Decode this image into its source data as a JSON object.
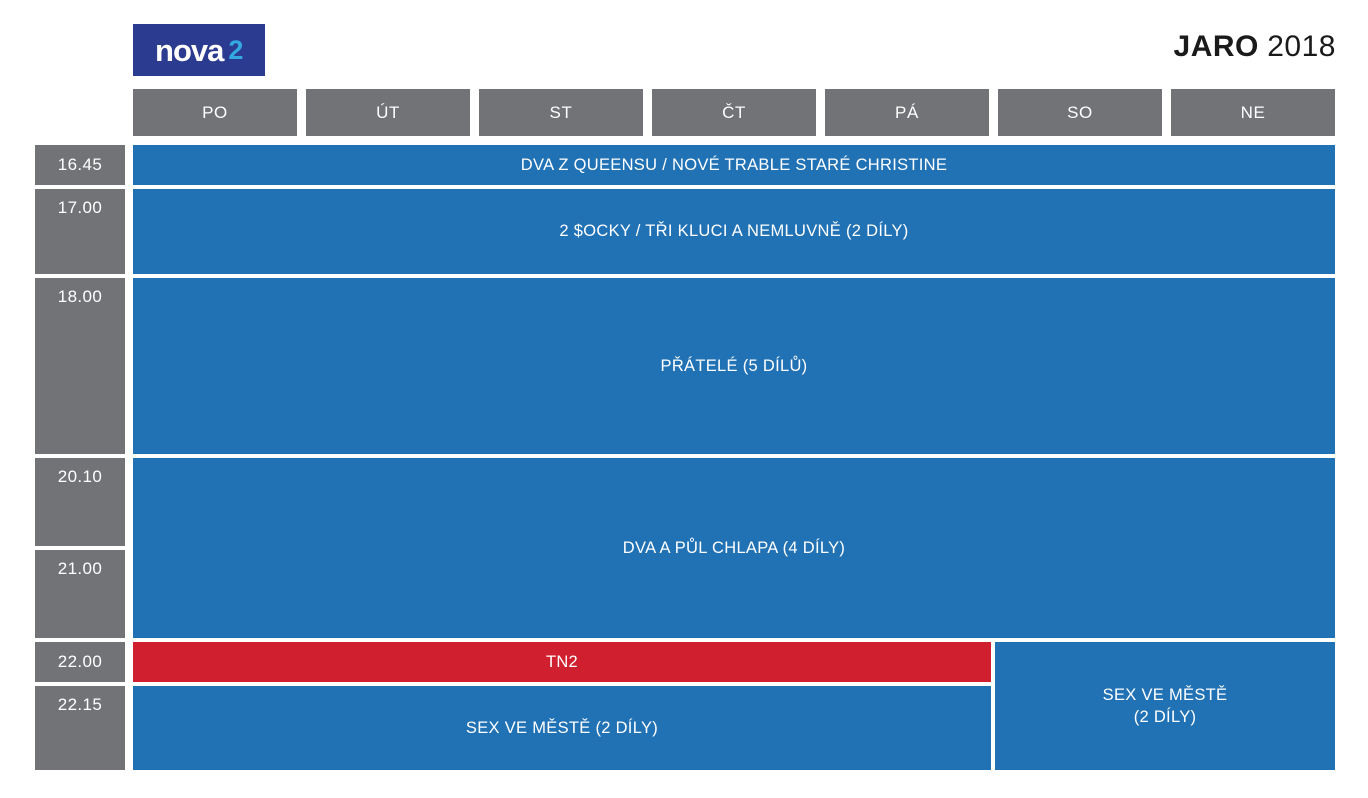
{
  "brand": {
    "name": "nova",
    "channel_number": "2"
  },
  "header": {
    "season": "JARO",
    "year": "2018"
  },
  "days": [
    {
      "label": "PO"
    },
    {
      "label": "ÚT"
    },
    {
      "label": "ST"
    },
    {
      "label": "ČT"
    },
    {
      "label": "PÁ"
    },
    {
      "label": "SO"
    },
    {
      "label": "NE"
    }
  ],
  "times": [
    {
      "label": "16.45"
    },
    {
      "label": "17.00"
    },
    {
      "label": "18.00"
    },
    {
      "label": "20.10"
    },
    {
      "label": "21.00"
    },
    {
      "label": "22.00"
    },
    {
      "label": "22.15"
    }
  ],
  "programs": [
    {
      "title": "DVA Z QUEENSU / NOVÉ TRABLE STARÉ CHRISTINE",
      "color": "#2171b5"
    },
    {
      "title": "2 $OCKY / TŘI KLUCI A NEMLUVNĚ (2 DÍLY)",
      "color": "#2171b5"
    },
    {
      "title": "PŘÁTELÉ (5 DÍLŮ)",
      "color": "#2171b5"
    },
    {
      "title": "DVA A PŮL CHLAPA (4 DÍLY)",
      "color": "#2171b5"
    },
    {
      "title": "TN2",
      "color": "#d0202f"
    },
    {
      "title": "SEX VE MĚSTĚ (2 DÍLY)",
      "color": "#2171b5"
    },
    {
      "title": "SEX VE MĚSTĚ",
      "subtitle": "(2 DÍLY)",
      "color": "#2171b5"
    }
  ],
  "colors": {
    "blue_program": "#2171b5",
    "red_program": "#d0202f",
    "gray_header": "#727376",
    "logo_background": "#2b3b8f",
    "logo_accent": "#34a8e0",
    "background": "#ffffff"
  }
}
